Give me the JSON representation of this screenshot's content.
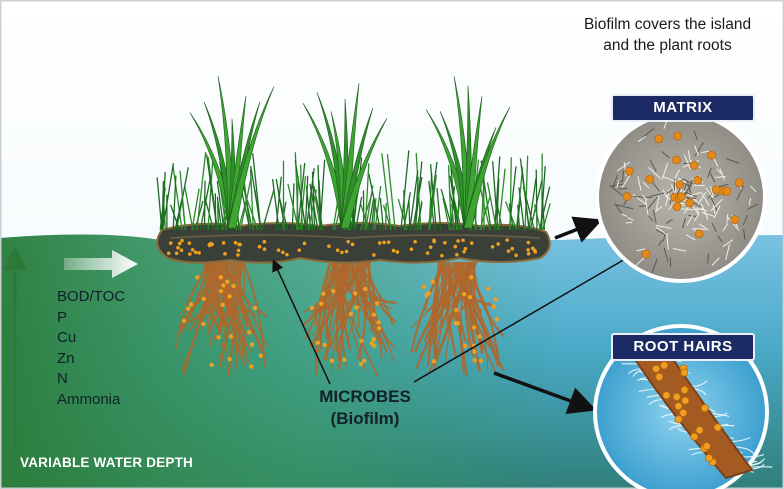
{
  "caption": {
    "line1": "Biofilm covers the island",
    "line2": "and the plant roots"
  },
  "callouts": {
    "matrix": "MATRIX",
    "root_hairs": "ROOT HAIRS"
  },
  "pollutants": [
    "BOD/TOC",
    "P",
    "Cu",
    "Zn",
    "N",
    "Ammonia"
  ],
  "microbes": {
    "line1": "MICROBES",
    "line2": "(Biofilm)"
  },
  "water_depth_label": "VARIABLE WATER DEPTH",
  "colors": {
    "sky": "#ffffff",
    "water_top": "#7fc6e6",
    "water_bottom": "#2f8a3a",
    "mat": "#3a3f38",
    "microbe_dot": "#f0a020",
    "root": "#b0662a",
    "badge": "#1c2a63",
    "grass": "#2f8a2a"
  }
}
